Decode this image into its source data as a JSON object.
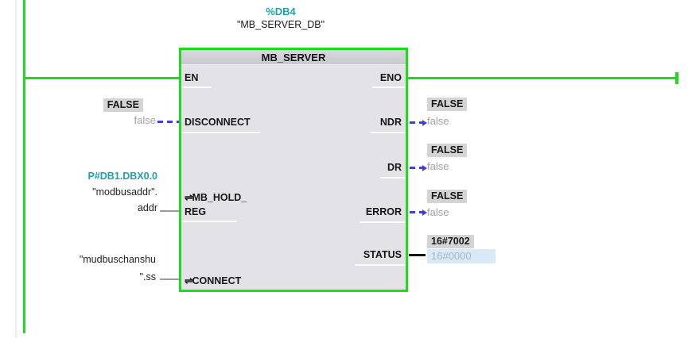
{
  "colors": {
    "wire_green": "#1ADE1A",
    "address_teal": "#21A0A8",
    "bool_dash_blue": "#3E40D4",
    "monitor_box_gray": "#D4D4D4",
    "modified_value_bg": "#D8EAF7",
    "block_body": "#E2E2E7",
    "block_header": "#CFCFD6"
  },
  "instance": {
    "address": "%DB4",
    "name": "\"MB_SERVER_DB\""
  },
  "block": {
    "title": "MB_SERVER",
    "inout_symbol": "⇌",
    "pins": {
      "en": "EN",
      "eno": "ENO",
      "disconnect": "DISCONNECT",
      "mb_hold_reg_line1": "MB_HOLD_",
      "mb_hold_reg_line2": "REG",
      "connect": "CONNECT",
      "ndr": "NDR",
      "dr": "DR",
      "error": "ERROR",
      "status": "STATUS"
    }
  },
  "operands": {
    "disconnect": {
      "monitor": "FALSE",
      "value": "false"
    },
    "mb_hold_reg": {
      "address": "P#DB1.DBX0.0",
      "name_line1": "\"modbusaddr\".",
      "name_line2": "addr"
    },
    "connect": {
      "name_line1": "\"mudbuschanshu",
      "name_line2": "\".ss"
    },
    "ndr": {
      "monitor": "FALSE",
      "value": "false"
    },
    "dr": {
      "monitor": "FALSE",
      "value": "false"
    },
    "error": {
      "monitor": "FALSE",
      "value": "false"
    },
    "status": {
      "monitor": "16#7002",
      "value": "16#0000"
    }
  }
}
